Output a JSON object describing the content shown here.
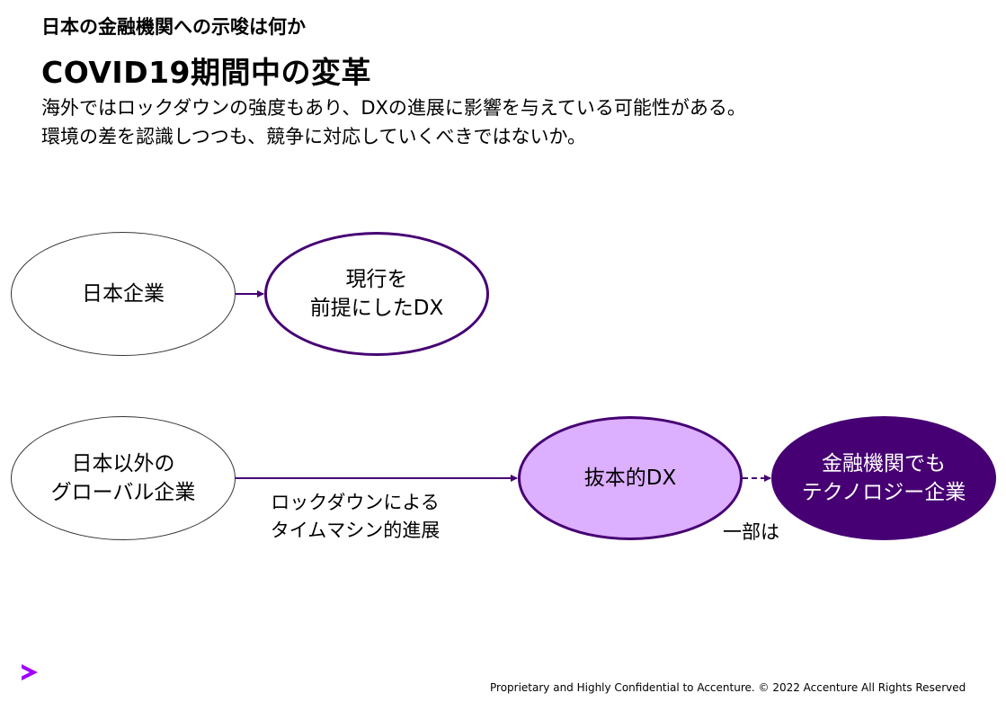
{
  "header": {
    "kicker": "日本の金融機関への示唆は何か",
    "title": "COVID19期間中の変革",
    "lead": [
      "海外ではロックダウンの強度もあり、DXの進展に影響を与えている可能性がある。",
      "環境の差を認識しつつも、競争に対応していくべきではないか。"
    ]
  },
  "diagram": {
    "nodes": {
      "japan": {
        "lines": [
          "日本企業"
        ]
      },
      "current": {
        "lines": [
          "現行を",
          "前提にしたDX"
        ]
      },
      "global": {
        "lines": [
          "日本以外の",
          "グローバル企業"
        ]
      },
      "radical": {
        "lines": [
          "抜本的DX"
        ]
      },
      "tech": {
        "lines": [
          "金融機関でも",
          "テクノロジー企業"
        ]
      }
    },
    "edge_labels": {
      "timemachine": [
        "ロックダウンによる",
        "タイムマシン的進展"
      ],
      "partial": "一部は"
    }
  },
  "colors": {
    "accent_purple": "#a100ff",
    "dark_purple": "#460073",
    "light_purple": "#dcafff"
  },
  "logo_icon": "accenture-chevron-icon",
  "footer": {
    "text": "Proprietary and Highly Confidential to Accenture.   © 2022 Accenture All Rights Reserved"
  }
}
